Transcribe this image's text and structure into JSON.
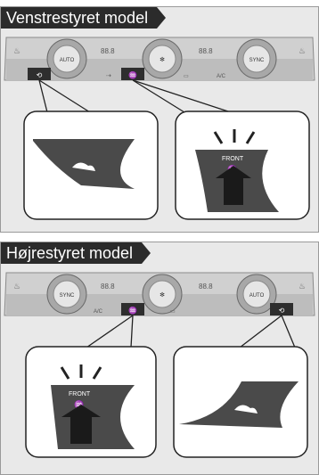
{
  "sections": [
    {
      "title": "Venstrestyret model"
    },
    {
      "title": "Højrestyret model"
    }
  ],
  "panel_text": {
    "auto": "AUTO",
    "sync": "SYNC",
    "front": "FRONT",
    "ac": "A/C",
    "temp_display": "88.8"
  },
  "colors": {
    "panel_bg": "#e9e9e9",
    "title_bg": "#2b2b2b",
    "title_text": "#ffffff",
    "control_panel": "#c8c8c8",
    "highlight_button": "#2e2e2e",
    "callout_fill": "#4a4a4a",
    "arrow_fill": "#3a3a3a"
  },
  "icons": [
    "recirculation-icon",
    "front-defrost-icon",
    "fan-icon",
    "seat-heater-icon",
    "rear-defrost-icon"
  ]
}
